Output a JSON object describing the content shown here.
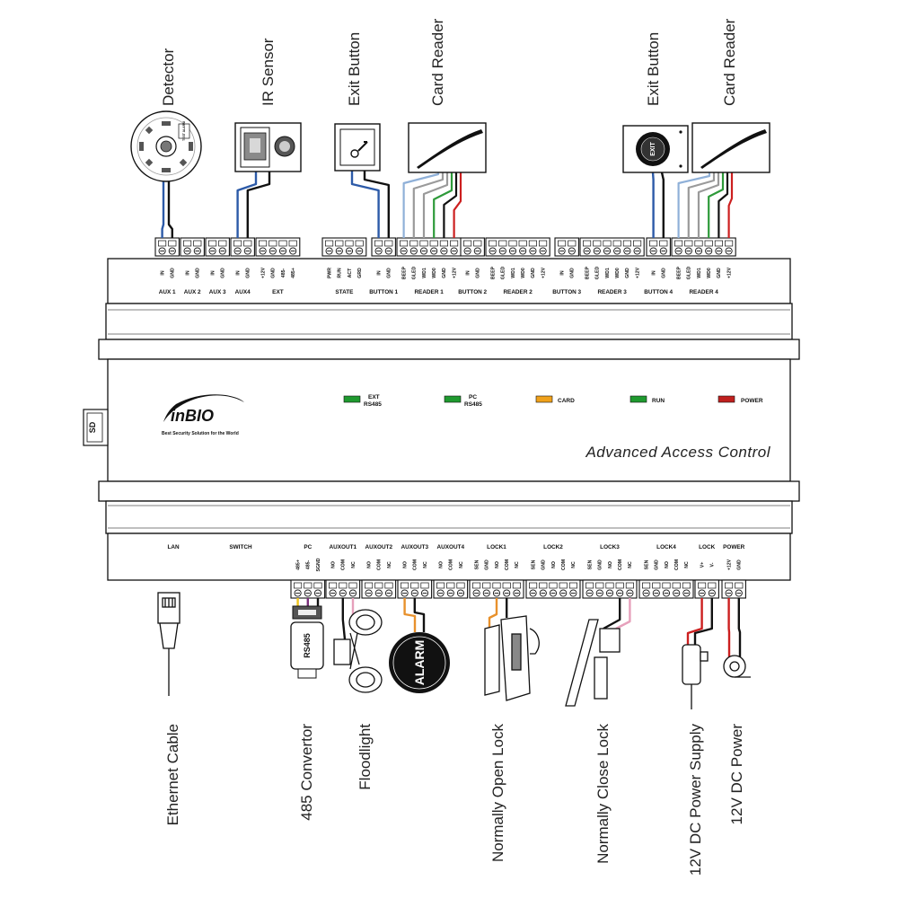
{
  "top_devices": [
    {
      "name": "Detector"
    },
    {
      "name": "IR Sensor"
    },
    {
      "name": "Exit Button"
    },
    {
      "name": "Card Reader"
    },
    {
      "name": "Exit Button"
    },
    {
      "name": "Card Reader"
    }
  ],
  "bottom_devices": [
    {
      "name": "Ethernet Cable"
    },
    {
      "name": "485 Convertor"
    },
    {
      "name": "Floodlight"
    },
    {
      "name": "Normally Open Lock"
    },
    {
      "name": "Normally Close Lock"
    },
    {
      "name": "12V DC Power Supply"
    },
    {
      "name": "12V DC Power"
    }
  ],
  "controller": {
    "brand": "inBIO",
    "brand_tagline": "Best Security Solution for the World",
    "slogan": "Advanced Access Control",
    "sd_label": "SD",
    "leds": [
      {
        "label": "EXT",
        "label2": "RS485",
        "color": "#1f9a2f"
      },
      {
        "label": "PC",
        "label2": "RS485",
        "color": "#1f9a2f"
      },
      {
        "label": "CARD",
        "label2": "",
        "color": "#f0a11b"
      },
      {
        "label": "RUN",
        "label2": "",
        "color": "#1f9a2f"
      },
      {
        "label": "POWER",
        "label2": "",
        "color": "#c0201e"
      }
    ],
    "top_groups": [
      {
        "name": "AUX 1",
        "pins": [
          "IN",
          "GND"
        ]
      },
      {
        "name": "AUX 2",
        "pins": [
          "IN",
          "GND"
        ]
      },
      {
        "name": "AUX 3",
        "pins": [
          "IN",
          "GND"
        ]
      },
      {
        "name": "AUX4",
        "pins": [
          "IN",
          "GND"
        ]
      },
      {
        "name": "EXT",
        "pins": [
          "+12V",
          "GND",
          "485-",
          "485+"
        ]
      },
      {
        "name": "STATE",
        "pins": [
          "PWR",
          "RUN",
          "ACT",
          "GRD"
        ]
      },
      {
        "name": "BUTTON 1",
        "pins": [
          "IN",
          "GND"
        ]
      },
      {
        "name": "READER 1",
        "pins": [
          "BEEP",
          "GLED",
          "WD1",
          "WD0",
          "GND",
          "+12V"
        ]
      },
      {
        "name": "BUTTON 2",
        "pins": [
          "IN",
          "GND"
        ]
      },
      {
        "name": "READER 2",
        "pins": [
          "BEEP",
          "GLED",
          "WD1",
          "WD0",
          "GND",
          "+12V"
        ]
      },
      {
        "name": "BUTTON 3",
        "pins": [
          "IN",
          "GND"
        ]
      },
      {
        "name": "READER 3",
        "pins": [
          "BEEP",
          "GLED",
          "WD1",
          "WD0",
          "GND",
          "+12V"
        ]
      },
      {
        "name": "BUTTON 4",
        "pins": [
          "IN",
          "GND"
        ]
      },
      {
        "name": "READER 4",
        "pins": [
          "BEEP",
          "GLED",
          "WD1",
          "WD0",
          "GND",
          "+12V"
        ]
      }
    ],
    "bottom_groups": [
      {
        "name": "LAN",
        "pins": []
      },
      {
        "name": "SWITCH",
        "pins": []
      },
      {
        "name": "PC",
        "pins": [
          "485+",
          "485-",
          "SGND"
        ]
      },
      {
        "name": "AUXOUT1",
        "pins": [
          "NO",
          "COM",
          "NC"
        ]
      },
      {
        "name": "AUXOUT2",
        "pins": [
          "NO",
          "COM",
          "NC"
        ]
      },
      {
        "name": "AUXOUT3",
        "pins": [
          "NO",
          "COM",
          "NC"
        ]
      },
      {
        "name": "AUXOUT4",
        "pins": [
          "NO",
          "COM",
          "NC"
        ]
      },
      {
        "name": "LOCK1",
        "pins": [
          "SEN",
          "GND",
          "NO",
          "COM",
          "NC"
        ]
      },
      {
        "name": "LOCK2",
        "pins": [
          "SEN",
          "GND",
          "NO",
          "COM",
          "NC"
        ]
      },
      {
        "name": "LOCK3",
        "pins": [
          "SEN",
          "GND",
          "NO",
          "COM",
          "NC"
        ]
      },
      {
        "name": "LOCK4",
        "pins": [
          "SEN",
          "GND",
          "NO",
          "COM",
          "NC"
        ]
      },
      {
        "name": "LOCK",
        "pins": [
          "V+",
          "V-"
        ]
      },
      {
        "name": "POWER",
        "pins": [
          "+12V",
          "GND"
        ]
      }
    ]
  },
  "icon_texts": {
    "alarm": "ALARM",
    "rs485": "RS485",
    "exit": "EXIT",
    "detector_tag": "TEST ALARM"
  },
  "wire_colors": {
    "blue": "#2c5aa8",
    "light_blue": "#8fb0d8",
    "gray": "#9a9a9a",
    "green": "#2e9a3a",
    "red": "#cc1f1f",
    "black": "#111111",
    "orange": "#e8912c",
    "pink": "#e6a0bb",
    "yellow": "#f0c419",
    "purple": "#7a2f7a"
  }
}
